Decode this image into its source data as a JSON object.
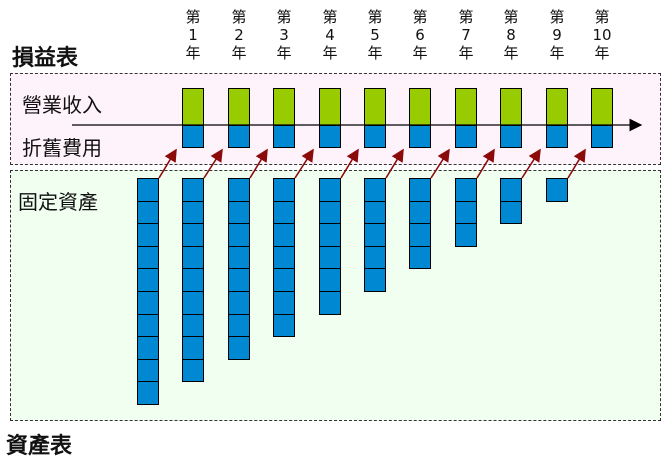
{
  "income_statement": {
    "title": "損益表",
    "revenue_label": "營業收入",
    "depreciation_label": "折舊費用"
  },
  "balance_sheet": {
    "title": "資產表",
    "fixed_assets_label": "固定資產"
  },
  "year_prefix": "第",
  "year_suffix": "年",
  "years": [
    "1",
    "2",
    "3",
    "4",
    "5",
    "6",
    "7",
    "8",
    "9",
    "10"
  ],
  "initial_asset_units": 10,
  "asset_units_remaining": [
    9,
    8,
    7,
    6,
    5,
    4,
    3,
    2,
    1,
    0
  ],
  "colors": {
    "revenue": "#99cc00",
    "depreciation": "#0088d2",
    "asset": "#0088d2",
    "arrow": "#8b0a0a",
    "pl_bg": "#fff3fb",
    "bs_bg": "#f0fff0"
  }
}
